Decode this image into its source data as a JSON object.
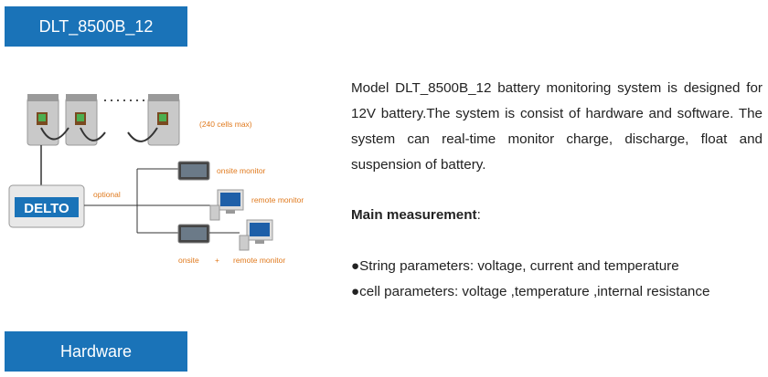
{
  "header": {
    "title": "DLT_8500B_12"
  },
  "diagram": {
    "cells_max": "(240 cells max)",
    "optional": "optional",
    "onsite_monitor": "onsite monitor",
    "remote_monitor": "remote monitor",
    "onsite": "onsite",
    "plus": "+",
    "remote_monitor_2": "remote monitor",
    "device_brand": "DELTO",
    "dots": "·······"
  },
  "content": {
    "description": "Model DLT_8500B_12 battery monitoring system is designed for 12V battery.The system is consist of hardware and software. The system can real-time monitor charge, discharge, float and suspension of battery.",
    "main_measurement_title": "Main measurement",
    "main_measurement_colon": ":",
    "bullets": [
      "●String parameters: voltage, current and temperature",
      "●cell parameters: voltage ,temperature ,internal resistance"
    ]
  },
  "footer": {
    "hardware_label": "Hardware"
  },
  "colors": {
    "accent": "#1a73b8",
    "label_orange": "#e07a1e"
  }
}
